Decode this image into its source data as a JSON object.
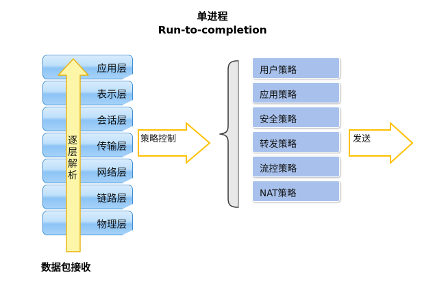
{
  "title": {
    "line1": "单进程",
    "line2": "Run-to-completion"
  },
  "osi_stack": {
    "name": "osi-layer-stack",
    "layers": [
      {
        "label": "应用层"
      },
      {
        "label": "表示层"
      },
      {
        "label": "会话层"
      },
      {
        "label": "传输层"
      },
      {
        "label": "网络层"
      },
      {
        "label": "链路层"
      },
      {
        "label": "物理层"
      }
    ]
  },
  "up_arrow": {
    "label": "逐层解析",
    "chars": [
      "逐",
      "层",
      "解",
      "析"
    ],
    "fill": "#fdf6a9",
    "stroke": "#e8b10b"
  },
  "bottom_caption": {
    "label": "数据包接收"
  },
  "arrow_policy": {
    "label": "策略控制",
    "fill": "#ffffff",
    "stroke": "#ffc000"
  },
  "arrow_send": {
    "label": "发送",
    "fill": "#ffffff",
    "stroke": "#ffc000"
  },
  "brace": {
    "name": "left-curly-brace",
    "fill": "#e8e8e8",
    "stroke": "#404040"
  },
  "policy_stack": {
    "name": "policy-list",
    "items": [
      {
        "label": "用户策略"
      },
      {
        "label": "应用策略"
      },
      {
        "label": "安全策略"
      },
      {
        "label": "转发策略"
      },
      {
        "label": "流控策略"
      },
      {
        "label": "NAT策略"
      }
    ]
  },
  "colors": {
    "layer_box_fill_top": "#d9ecfd",
    "layer_box_fill_bottom": "#8cc3f6",
    "layer_box_border": "#3f8fd4",
    "policy_box_fill": "#a8c1ec",
    "policy_box_border": "#ffffff",
    "arrow_yellow_fill": "#fdf6a9",
    "arrow_yellow_stroke": "#e8b10b",
    "arrow_outline_stroke": "#ffc000",
    "text": "#111111",
    "background": "#ffffff"
  }
}
